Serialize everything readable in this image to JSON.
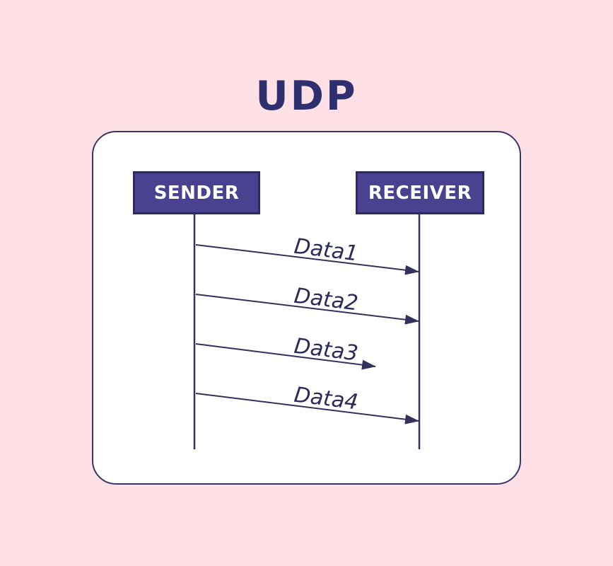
{
  "title": "UDP",
  "actors": [
    {
      "id": "sender",
      "label": "SENDER"
    },
    {
      "id": "receiver",
      "label": "RECEIVER"
    }
  ],
  "messages": [
    {
      "label": "Data1",
      "from": "sender",
      "to": "receiver",
      "delivered": true
    },
    {
      "label": "Data2",
      "from": "sender",
      "to": "receiver",
      "delivered": true
    },
    {
      "label": "Data3",
      "from": "sender",
      "to": "receiver",
      "delivered": false
    },
    {
      "label": "Data4",
      "from": "sender",
      "to": "receiver",
      "delivered": true
    }
  ],
  "colors": {
    "bg": "#ffe0e7",
    "panel": "#ffffff",
    "panel-border": "#3a3768",
    "box-fill": "#4a4191",
    "box-border": "#2d2a62",
    "box-text": "#ffffff",
    "line": "#34315f",
    "label": "#2c2a58",
    "title": "#2d2f6e"
  }
}
